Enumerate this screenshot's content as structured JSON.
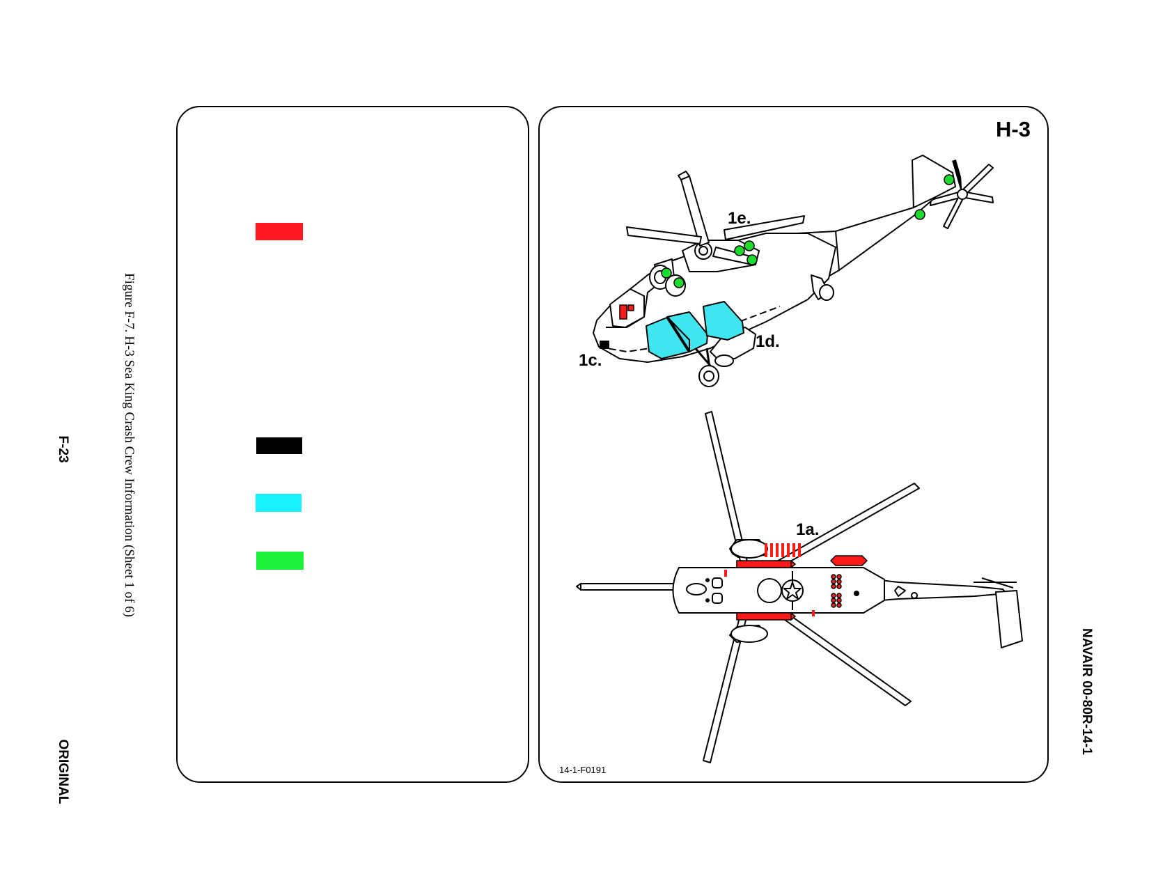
{
  "doc_id": "NAVAIR 00-80R-14-1",
  "page_number": "F-23",
  "status": "ORIGINAL",
  "figure_caption": "Figure F-7.  H-3 Sea King Crash Crew Information (Sheet 1 of 6)",
  "aircraft_label": "H-3",
  "figure_id": "14-1-F0191",
  "callouts": [
    "1e.",
    "1d.",
    "1c.",
    "1a."
  ],
  "legend_colors": {
    "red": "#ff1722",
    "black": "#000000",
    "cyan": "#1af1ff",
    "green": "#1cf23a"
  },
  "highlight_colors": {
    "fuel_tank_cyan": "#40e6ef",
    "hazard_red": "#ff1a1a",
    "access_green": "#1edc2e"
  }
}
